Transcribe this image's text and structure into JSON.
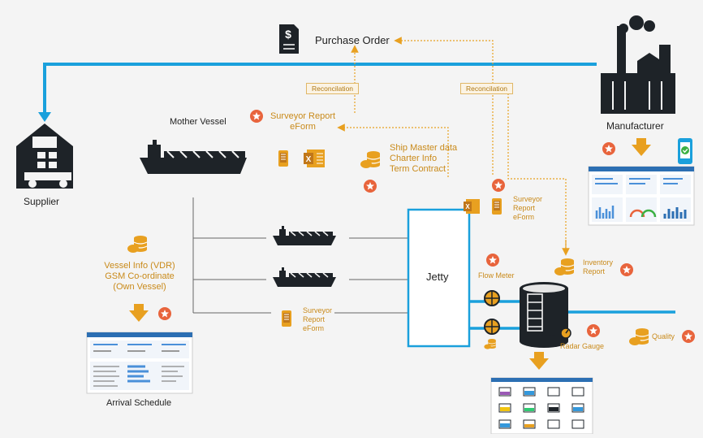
{
  "colors": {
    "blue": "#1aa0dc",
    "gold": "#e8a020",
    "dark": "#1e2328",
    "badge": "#e8643c",
    "bg": "#f4f4f4"
  },
  "labels": {
    "purchase_order": "Purchase Order",
    "reconcilation_left": "Reconcilation",
    "reconcilation_right": "Reconcilation",
    "mother_vessel": "Mother Vessel",
    "surveyor_report_top_1": "Surveyor Report",
    "surveyor_report_top_2": "eForm",
    "ship_master_1": "Ship Master data",
    "ship_master_2": "Charter Info",
    "ship_master_3": "Term Contract",
    "supplier": "Supplier",
    "manufacturer": "Manufacturer",
    "surveyor_jetty_1": "Surveyor",
    "surveyor_jetty_2": "Report",
    "surveyor_jetty_3": "eForm",
    "vessel_info_1": "Vessel Info (VDR)",
    "vessel_info_2": "GSM Co-ordinate",
    "vessel_info_3": "(Own Vessel)",
    "jetty": "Jetty",
    "flow_meter": "Flow Meter",
    "inventory_1": "Inventory",
    "inventory_2": "Report",
    "surveyor_bottom_1": "Surveyor",
    "surveyor_bottom_2": "Report",
    "surveyor_bottom_3": "eForm",
    "radar_gauge": "Radar Gauge",
    "quality": "Quality",
    "arrival_schedule": "Arrival Schedule"
  },
  "icons": [
    "document-dollar-icon",
    "factory-icon",
    "warehouse-truck-icon",
    "mother-vessel-icon",
    "barge-icon",
    "mobile-form-icon",
    "excel-icon",
    "database-cloud-icon",
    "star-badge-icon",
    "storage-tank-icon",
    "flow-meter-icon",
    "radar-gauge-icon",
    "phone-check-icon",
    "down-arrow-icon"
  ]
}
